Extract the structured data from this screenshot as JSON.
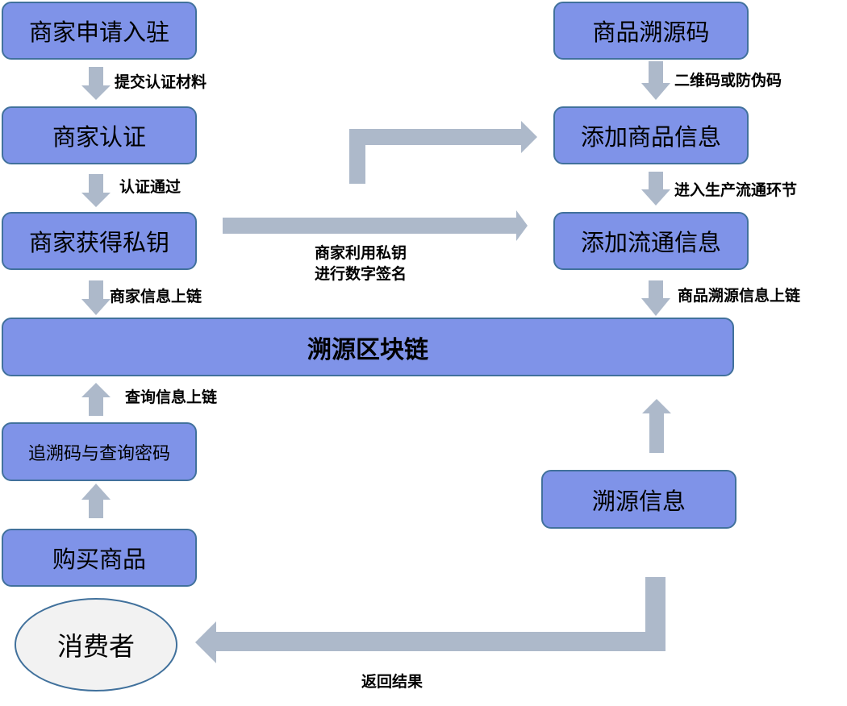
{
  "colors": {
    "node_fill": "#7f93e8",
    "node_border": "#41719c",
    "arrow": "#adb9ca",
    "consumer_fill": "#f2f2f2"
  },
  "nodes": {
    "merchant_apply": "商家申请入驻",
    "merchant_cert": "商家认证",
    "merchant_key": "商家获得私钥",
    "blockchain": "溯源区块链",
    "trace_query_code": "追溯码与查询密码",
    "buy_goods": "购买商品",
    "consumer": "消费者",
    "product_trace_code": "商品溯源码",
    "add_product_info": "添加商品信息",
    "add_circulation_info": "添加流通信息",
    "trace_info": "溯源信息"
  },
  "edge_labels": {
    "submit_materials": "提交认证材料",
    "cert_passed": "认证通过",
    "merchant_info_onchain": "商家信息上链",
    "sign_line1": "商家利用私钥",
    "sign_line2": "进行数字签名",
    "qr_or_anticounterfeit": "二维码或防伪码",
    "enter_circulation": "进入生产流通环节",
    "product_trace_onchain": "商品溯源信息上链",
    "query_onchain": "查询信息上链",
    "return_result": "返回结果"
  }
}
